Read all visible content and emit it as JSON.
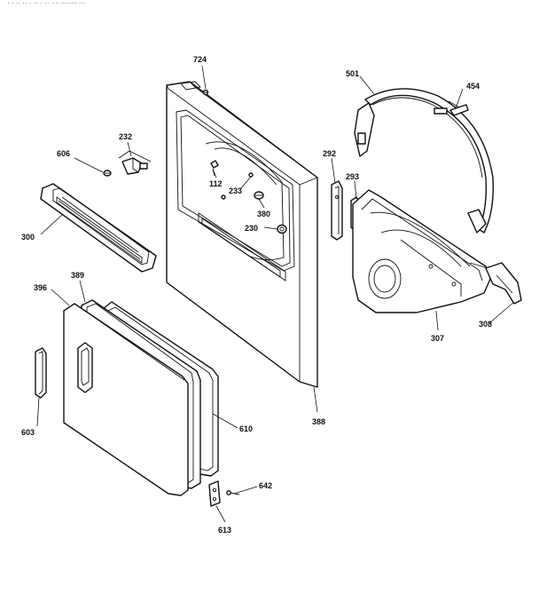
{
  "header": {
    "text": "· ·      ··      ·· · ··  · ··  ··· ·······                    ···"
  },
  "callouts": {
    "c724": "724",
    "c501": "501",
    "c454": "454",
    "c232": "232",
    "c606": "606",
    "c292": "292",
    "c293": "293",
    "c112": "112",
    "c233": "233",
    "c380": "380",
    "c230": "230",
    "c300": "300",
    "c389": "389",
    "c396": "396",
    "c307": "307",
    "c308": "308",
    "c388": "388",
    "c603": "603",
    "c610": "610",
    "c642": "642",
    "c613": "613"
  }
}
